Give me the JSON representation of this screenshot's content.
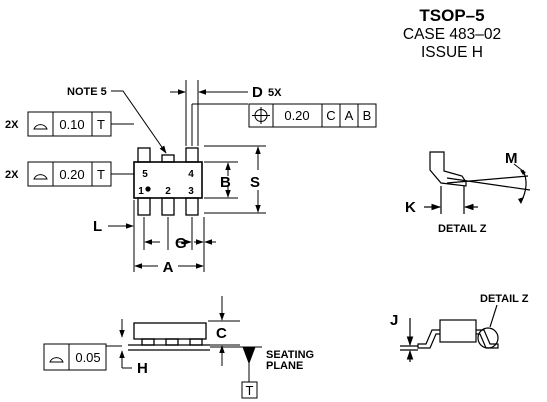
{
  "header": {
    "package": "TSOP–5",
    "case": "CASE 483–02",
    "issue": "ISSUE H"
  },
  "labels": {
    "note5": "NOTE 5",
    "D": "D",
    "D_mult": "5X",
    "B": "B",
    "S": "S",
    "L": "L",
    "G": "G",
    "A": "A",
    "C": "C",
    "H": "H",
    "J": "J",
    "K": "K",
    "M": "M",
    "detail_z_view": "DETAIL Z",
    "detail_z_ref": "DETAIL Z",
    "seating_1": "SEATING",
    "seating_2": "PLANE",
    "datum_T": "T"
  },
  "pins": [
    "1",
    "2",
    "3",
    "4",
    "5"
  ],
  "tolerance_frames": {
    "top_profile": {
      "mult": "2X",
      "value": "0.10",
      "datum": "T"
    },
    "mid_profile": {
      "mult": "2X",
      "value": "0.20",
      "datum": "T"
    },
    "position": {
      "value": "0.20",
      "datums": [
        "C",
        "A",
        "B"
      ]
    },
    "bottom_profile": {
      "value": "0.05"
    }
  }
}
